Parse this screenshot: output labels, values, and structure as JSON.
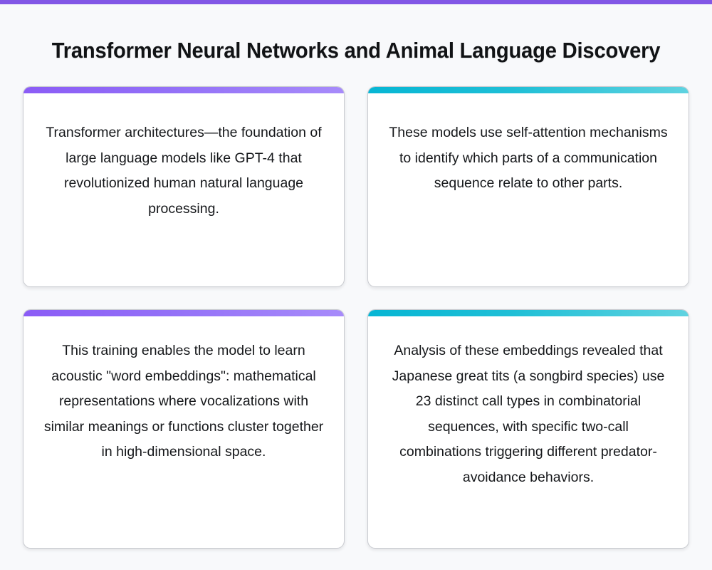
{
  "page": {
    "title": "Transformer Neural Networks and Animal Language Discovery",
    "background_color": "#f8f9fb",
    "top_bar_color": "#8257e6"
  },
  "theme": {
    "accent_purple_start": "#8b5cf6",
    "accent_purple_end": "#a78bfa",
    "accent_teal_start": "#06b6d4",
    "accent_teal_end": "#5fd3e0",
    "card_background": "#ffffff",
    "card_border": "#c9cbd0",
    "text_color": "#15171a"
  },
  "cards": [
    {
      "id": "card-1",
      "accent": "purple",
      "text": "Transformer architectures—the foundation of large language models like GPT-4 that revolutionized human natural language processing."
    },
    {
      "id": "card-2",
      "accent": "teal",
      "text": "These models use self-attention mechanisms to identify which parts of a communication sequence relate to other parts."
    },
    {
      "id": "card-3",
      "accent": "purple",
      "text": "This training enables the model to learn acoustic \"word embeddings\": mathematical representations where vocalizations with similar meanings or functions cluster together in high-dimensional space."
    },
    {
      "id": "card-4",
      "accent": "teal",
      "text": "Analysis of these embeddings revealed that Japanese great tits (a songbird species) use 23 distinct call types in combinatorial sequences, with specific two-call combinations triggering different predator-avoidance behaviors."
    }
  ]
}
